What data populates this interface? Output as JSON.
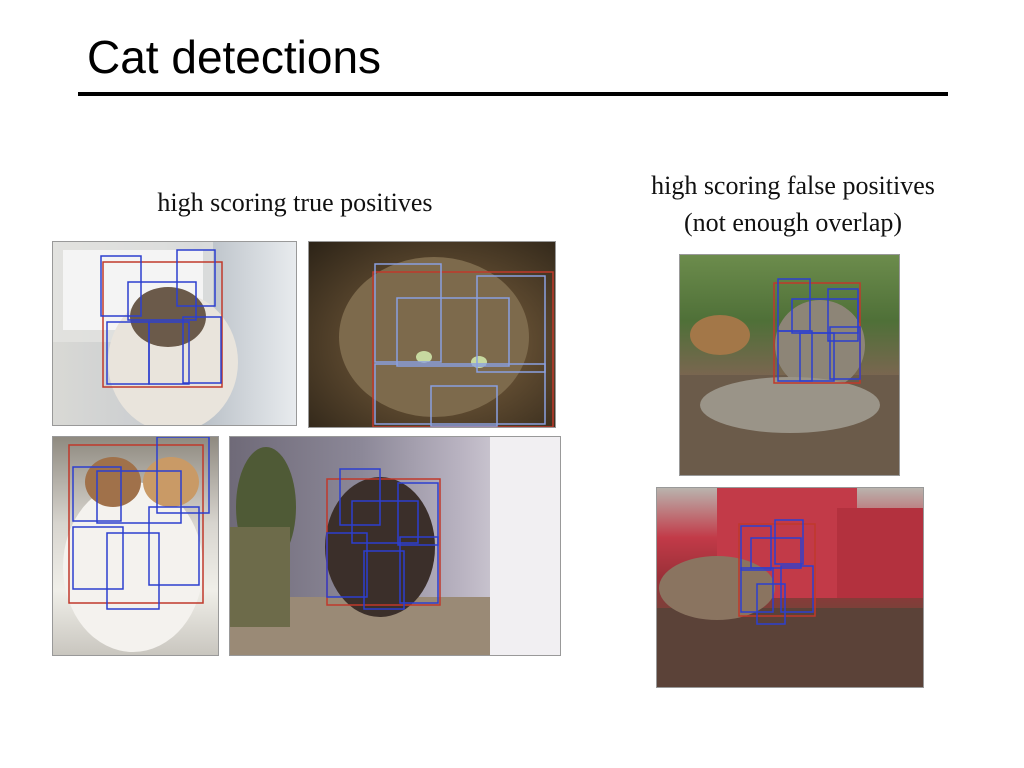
{
  "slide": {
    "title": "Cat detections"
  },
  "captions": {
    "true_positives": "high scoring true positives",
    "false_positives_line1": "high scoring false positives",
    "false_positives_line2": "(not enough overlap)"
  },
  "colors": {
    "ground_truth_box": "#c0392b",
    "detection_box": "#2c3fcf",
    "light_detection_box": "#8aa0e0"
  }
}
